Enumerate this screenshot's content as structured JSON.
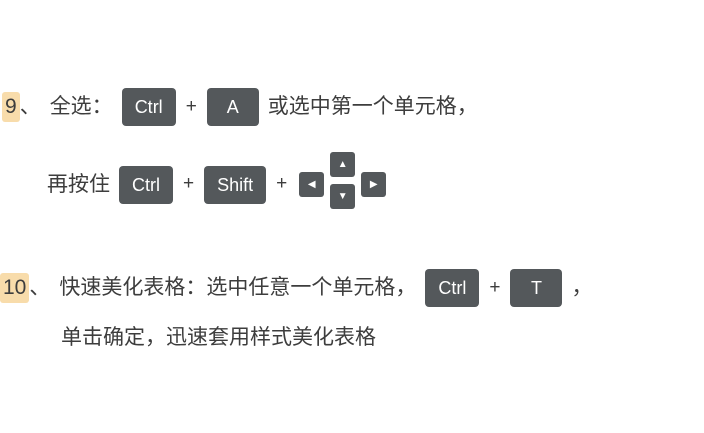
{
  "colors": {
    "background": "#ffffff",
    "text": "#3d3d3d",
    "key_bg": "#54585b",
    "key_text": "#ffffff",
    "highlight": "#f8dcab"
  },
  "item9": {
    "number": "9",
    "separator": "、",
    "line1": {
      "label": "全选：",
      "key1": "Ctrl",
      "plus1": "+",
      "key2": "A",
      "tail": "或选中第一个单元格，"
    },
    "line2": {
      "label": "再按住",
      "key1": "Ctrl",
      "plus1": "+",
      "key2": "Shift",
      "plus2": "+",
      "arrows": {
        "up": "▲",
        "down": "▼",
        "left": "◀",
        "right": "▶"
      }
    }
  },
  "item10": {
    "number": "10",
    "separator": "、",
    "line1": {
      "label": "快速美化表格：选中任意一个单元格，",
      "key1": "Ctrl",
      "plus1": "+",
      "key2": "T",
      "tail": "，"
    },
    "line2": {
      "label": "单击确定，迅速套用样式美化表格"
    }
  }
}
